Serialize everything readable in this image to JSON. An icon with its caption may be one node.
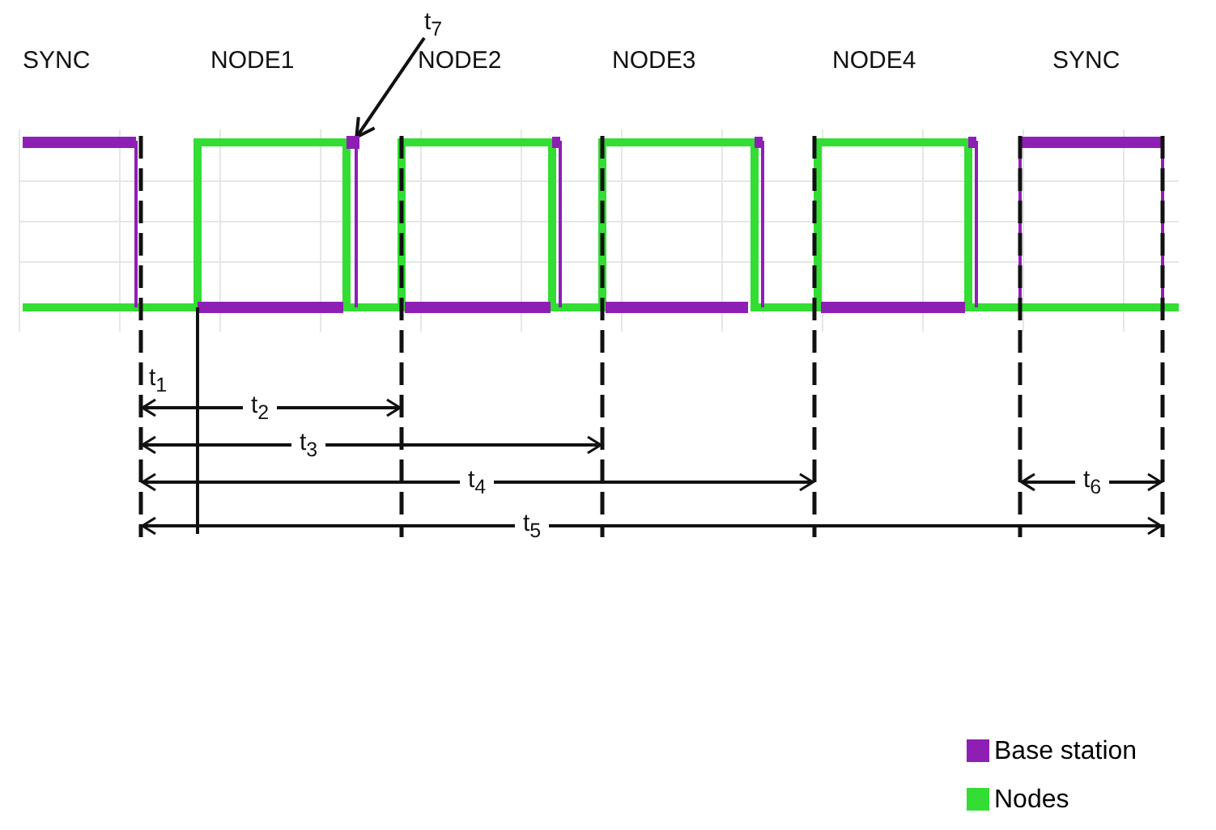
{
  "diagram": {
    "nodes": [
      {
        "text": [
          "t$_{7}$"
        ]
      },
      {
        "text": [],
        "shape": "bar"
      }
    ],
    "edges": [
      {
        "from": 0,
        "to": 1,
        "arrow": "to"
      }
    ],
    "labels": [
      "SYNC",
      "NODE1",
      "NODE2",
      "NODE3",
      "NODE4",
      "SYNC",
      "t$_{1}$",
      "t$_{2}$",
      "t$_{3}$",
      "t$_{4}$",
      "t$_{6}$",
      "t$_{5}$"
    ],
    "legend": [
      {
        "text": "Base station",
        "color": "#8e1fb5"
      },
      {
        "text": "Nodes",
        "color": "#33dd33"
      }
    ]
  }
}
